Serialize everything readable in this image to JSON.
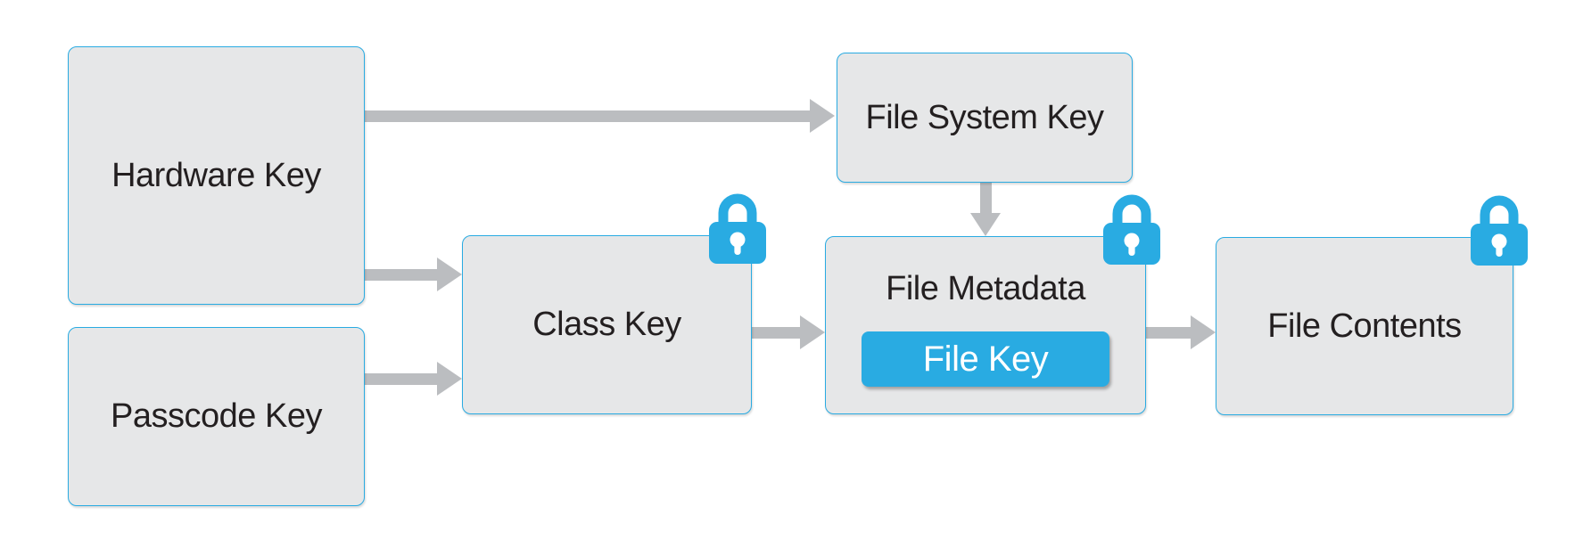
{
  "background_color": "#ffffff",
  "colors": {
    "accent_blue": "#29abe2",
    "node_fill": "#e6e7e8",
    "node_border": "#29abe2",
    "arrow_gray": "#bbbdc0",
    "label_text": "#231f20",
    "chip_text": "#ffffff"
  },
  "nodes": [
    {
      "id": "hardware-key",
      "label": "Hardware Key",
      "lock": false
    },
    {
      "id": "passcode-key",
      "label": "Passcode Key",
      "lock": false
    },
    {
      "id": "class-key",
      "label": "Class Key",
      "lock": true
    },
    {
      "id": "file-system-key",
      "label": "File System Key",
      "lock": false
    },
    {
      "id": "file-metadata",
      "label": "File Metadata",
      "lock": true,
      "chip": "File Key"
    },
    {
      "id": "file-contents",
      "label": "File Contents",
      "lock": true
    }
  ],
  "edges": [
    {
      "from": "hardware-key",
      "to": "file-system-key"
    },
    {
      "from": "hardware-key",
      "to": "class-key"
    },
    {
      "from": "passcode-key",
      "to": "class-key"
    },
    {
      "from": "class-key",
      "to": "file-metadata"
    },
    {
      "from": "file-system-key",
      "to": "file-metadata"
    },
    {
      "from": "file-metadata",
      "to": "file-contents"
    }
  ],
  "icons": [
    {
      "name": "lock-icon",
      "on_nodes": [
        "class-key",
        "file-metadata",
        "file-contents"
      ]
    }
  ]
}
